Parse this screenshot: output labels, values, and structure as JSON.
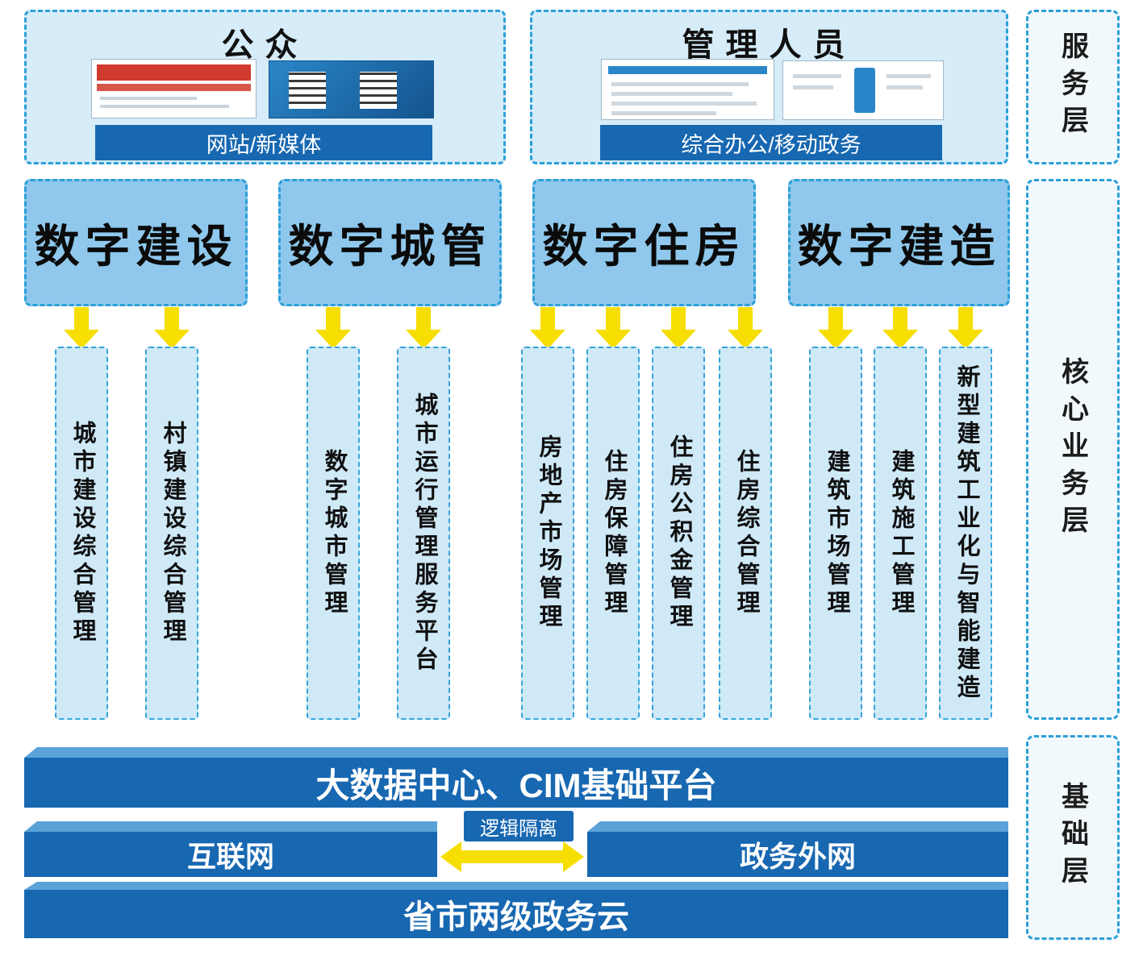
{
  "layers": {
    "service": "服务层",
    "core": "核心业务层",
    "base": "基础层"
  },
  "service": {
    "public": {
      "title": "公众",
      "bar": "网站/新媒体"
    },
    "admin": {
      "title": "管理人员",
      "bar": "综合办公/移动政务"
    }
  },
  "core": {
    "groups": [
      {
        "title": "数字建设",
        "columns": [
          "城市建设综合管理",
          "村镇建设综合管理"
        ]
      },
      {
        "title": "数字城管",
        "columns": [
          "数字城市管理",
          "城市运行管理服务平台"
        ]
      },
      {
        "title": "数字住房",
        "columns": [
          "房地产市场管理",
          "住房保障管理",
          "住房公积金管理",
          "住房综合管理"
        ]
      },
      {
        "title": "数字建造",
        "columns": [
          "建筑市场管理",
          "建筑施工管理",
          "新型建筑工业化与智能建造"
        ]
      }
    ]
  },
  "base": {
    "platform": "大数据中心、CIM基础平台",
    "internet": "互联网",
    "extranet": "政务外网",
    "isolation": "逻辑隔离",
    "cloud": "省市两级政务云"
  },
  "colors": {
    "dashed_border": "#2b9fd8",
    "light_fill": "#d6ecf8",
    "header_fill": "#8fc8ec",
    "column_fill": "#cfe9f7",
    "dark_bar": "#1767b1",
    "bar_top_face": "#5aa2d8",
    "arrow_yellow": "#f6de00"
  }
}
